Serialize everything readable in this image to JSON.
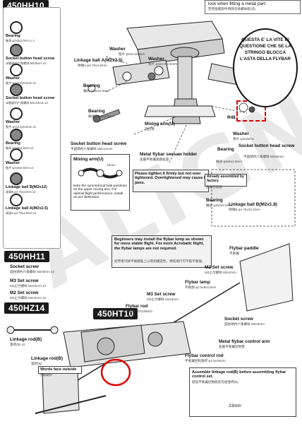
{
  "top_note": "lock when fitting a metal part.",
  "top_note_cn": "若用金屬部件時請塗抹螺絲膠(白)",
  "sections": {
    "hh10": "450HH10",
    "hh11": "450HH11",
    "hz14": "450HZ14",
    "ht10": "450HT10"
  },
  "watermark": "ALIGN",
  "bubble": "QUESTA E' LA VITE IN QUESTIONE CHE SE LA STRINGO BLOCCA L'ASTA DELLA FLYBAR",
  "left_parts": [
    {
      "name": "Bearing",
      "sub": "軸承 φ2x5x2.5mm x 4"
    },
    {
      "name": "Socket button head screw",
      "sub": "半圓頭內六角螺絲 M2x5mm x2"
    },
    {
      "name": "Washer",
      "sub": "墊片 φ2x3.9x0.5mm x2"
    },
    {
      "name": "Socket button head screw",
      "sub": "半圓頭內六角螺絲 M2x12mm x2"
    },
    {
      "name": "Washer",
      "sub": "墊片 φ2x4.3x0.6mm x2"
    },
    {
      "name": "Bearing",
      "sub": "軸承 φ2x6x2.5mm x2"
    },
    {
      "name": "Washer",
      "sub": "墊片 φ2x3x0.5mm x2"
    },
    {
      "name": "Linkage ball B(M2x12)",
      "sub": "球頭B φ4.75x12mm x2"
    },
    {
      "name": "Linkage ball A(M2x2.5)",
      "sub": "球頭A φ4.75x4.8mm x4"
    }
  ],
  "labels": {
    "washer_top": "Washer",
    "washer_top_sub": "墊片 φ2x3.4x0mm",
    "linkage_ball_a": "Linkage ball A(M2x2.5)",
    "linkage_ball_a_sub": "球頭A φ4.75x4.8mm",
    "washer2": "Washer",
    "washer2_sub": "墊片 φ2x3.9x0.5mm",
    "bearing": "Bearing",
    "bearing_sub": "軸承 φ2x5x2.5mm",
    "bearing2": "Bearing",
    "bearing2_sub": "軸承 φ2x6x2.5mm",
    "mixing_arm": "Mixing arm(U)",
    "mixing_arm_sub": "混控臂",
    "socket_screw_12": "Socket button head screw",
    "socket_screw_12_sub": "半圓頭內六角螺絲 M2x12mm",
    "metal_seesaw": "Metal flybar seesaw holder",
    "metal_seesaw_sub": "金屬平衡翼蹺蹺板座",
    "r48": "R48",
    "washer3": "Washer",
    "washer3_sub": "墊片 φ2x3x0.5",
    "socket_screw_5": "Socket button head screw",
    "socket_screw_5_sub": "半圓頭內六角螺絲 M2x5mm",
    "bearing3": "Bearing",
    "bearing3_sub": "軸承 φ2x6x2.5mm",
    "mixing_box_title": "Mixing arm(U)",
    "mixing_box_dim": "15mm",
    "mixing_box_note": "Note the symmetrical hole positions on the upper mixing arm. For optimal flight performance, install as per illustration.",
    "tighten_note": "Please tighten it firmly but not over tightened. Overtightened may cause it jams.",
    "already_assembled": "Already assembled by factory.",
    "already_assembled_cn": "原廠已組裝",
    "bearing4": "Bearing",
    "bearing4_sub": "軸承 φ2x5x2.5mm",
    "ball_b": "Linkage ball B(M2x1.8)",
    "ball_b_sub": "球頭B φ4.75x10.4mm",
    "beginners_note": "Beginners may install the flybar lump as shown for more stable flight. For more Acrobatic flight, the flybar lamps are not required.",
    "beginners_note_cn": "初學者可將平衡錘裝上以增加穩定性，特技飛行可不裝平衡錘。",
    "flybar_paddle": "Flybar paddle",
    "flybar_paddle_sub": "平衡翼",
    "m2_set_screw": "M2 Set screw",
    "m2_set_screw_sub": "M2止付螺絲 M2x2mm",
    "socket_screw_hh11": "Socket screw",
    "socket_screw_hh11_sub": "圓柱頭內六角螺絲 M2x6mm x2",
    "m3_set_screw": "M3 Set screw",
    "m3_set_screw_sub": "M3止付螺絲 M3x3mm x2",
    "m2_set_screw_hh11": "M2 Set screw",
    "m2_set_screw_hh11_sub": "M2止付螺絲 M2x2mm x2",
    "flybar_lamp": "Flybar lamp",
    "flybar_lamp_sub": "平衡錘 φ2.5x8x13mm",
    "m3_set_screw2": "M3 Set screw",
    "m3_set_screw2_sub": "M3止付螺絲 M3x3mm",
    "flybar_rod": "Flybar rod",
    "flybar_rod_sub": "平衡桿 φ2x228mm",
    "socket_screw_r": "Socket screw",
    "socket_screw_r_sub": "圓柱頭內六角螺絲 M2x6mm",
    "metal_flybar_arm": "Metal flybar control arm",
    "metal_flybar_arm_sub": "金屬平衡翼控制臂",
    "linkage_rod_b": "Linkage rod(B)",
    "linkage_rod_b_sub": "連桿(B) x2",
    "flybar_control_rod": "Flybar control rod",
    "flybar_control_rod_sub": "平衡翼控制連桿 φ2.5x29mm",
    "linkage_rod_b2": "Linkage rod(B)",
    "linkage_rod_b2_sub": "連桿(B)",
    "words_face_outside": "Words face outside",
    "words_face_outside_cn": "字樣朝外",
    "assemble_note": "Assemble linkage rod(B) before assembling flybar control set.",
    "assemble_note_cn": "組裝平衡翼控制組前先組連桿(B)",
    "dim_23": "23mm"
  }
}
